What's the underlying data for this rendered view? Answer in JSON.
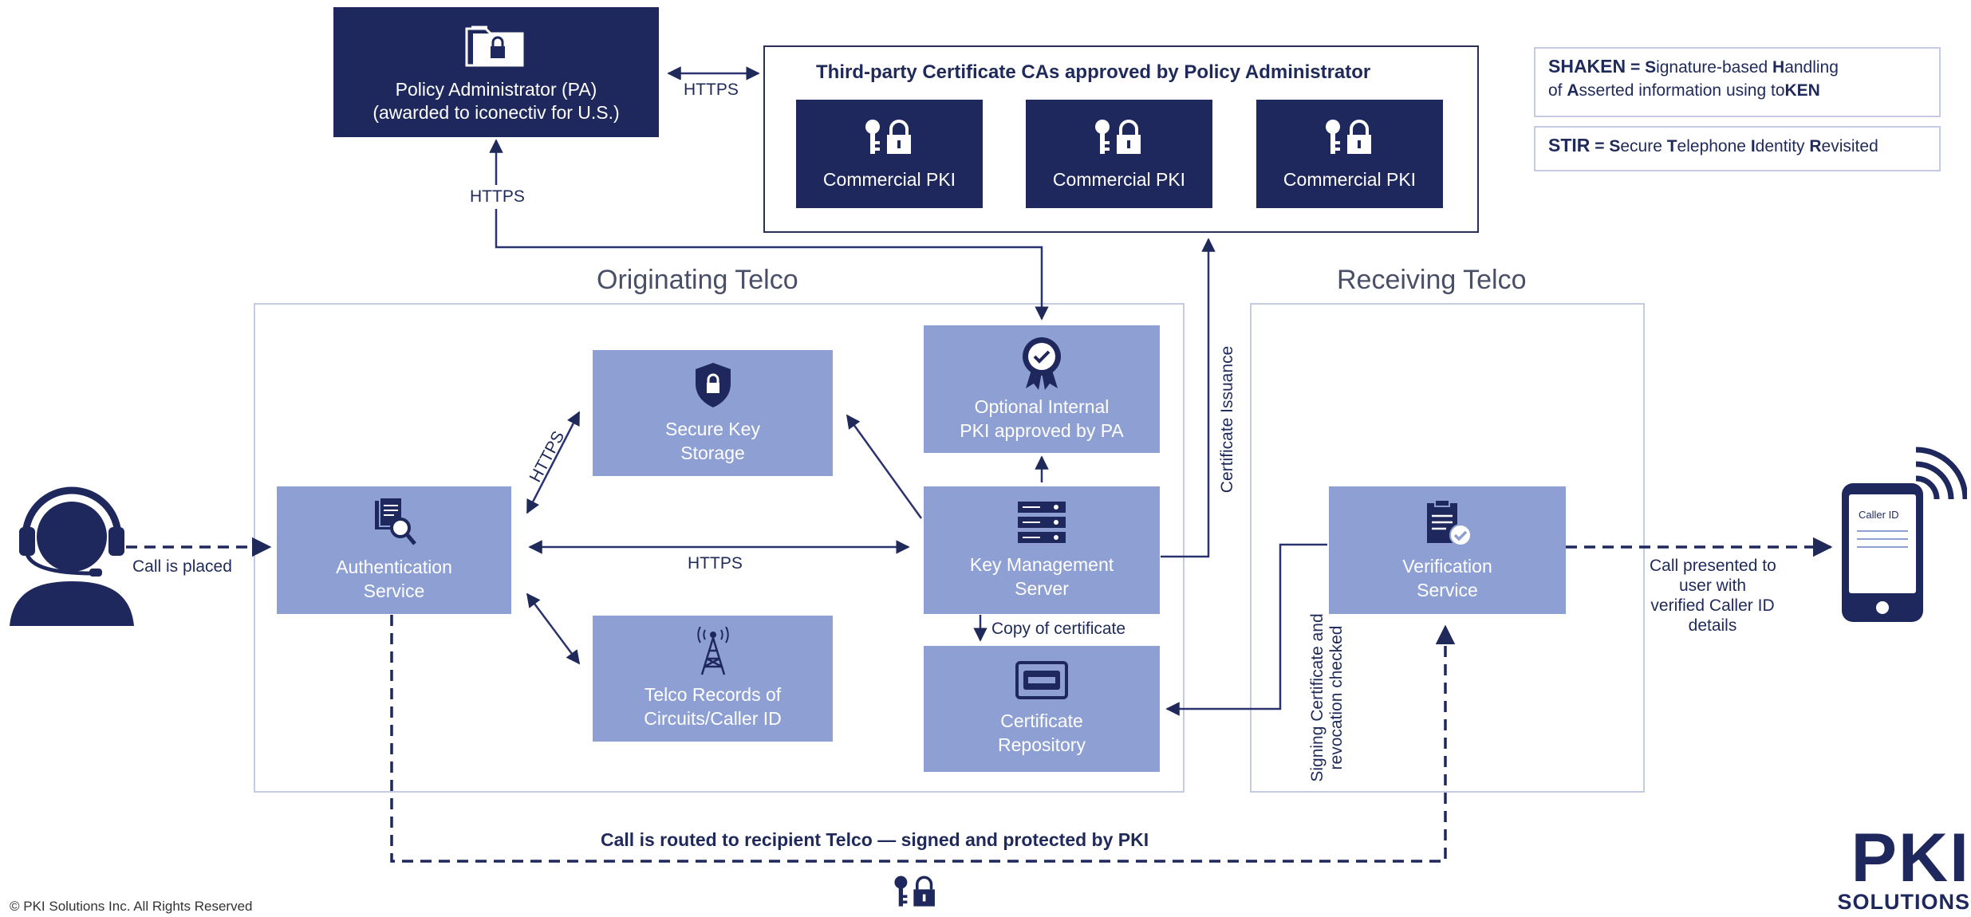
{
  "legend": {
    "shaken_term": "SHAKEN",
    "shaken_eq": " = ",
    "shaken_parts": [
      {
        "b": "S",
        "t": "ignature-based "
      },
      {
        "b": "H",
        "t": "andling"
      }
    ],
    "shaken_parts2": [
      {
        "t": "of "
      },
      {
        "b": "A",
        "t": "sserted information using to"
      },
      {
        "b": "KEN",
        "t": ""
      }
    ],
    "stir_term": "STIR",
    "stir_eq": " = ",
    "stir_parts": [
      {
        "b": "S",
        "t": "ecure "
      },
      {
        "b": "T",
        "t": "elephone "
      },
      {
        "b": "I",
        "t": "dentity "
      },
      {
        "b": "R",
        "t": "evisited"
      }
    ]
  },
  "policy_admin": {
    "line1": "Policy Administrator (PA)",
    "line2": "(awarded to iconectiv for U.S.)",
    "icon": "folder-lock-icon"
  },
  "third_party": {
    "title": "Third-party Certificate CAs approved by Policy Administrator",
    "cas": [
      {
        "label": "Commercial PKI",
        "icon": "key-lock-icon"
      },
      {
        "label": "Commercial PKI",
        "icon": "key-lock-icon"
      },
      {
        "label": "Commercial PKI",
        "icon": "key-lock-icon"
      }
    ]
  },
  "sections": {
    "originating": "Originating Telco",
    "receiving": "Receiving Telco"
  },
  "nodes": {
    "auth": {
      "line1": "Authentication",
      "line2": "Service",
      "icon": "document-search-icon"
    },
    "secure_key": {
      "line1": "Secure Key",
      "line2": "Storage",
      "icon": "shield-lock-icon"
    },
    "telco_records": {
      "line1": "Telco Records of",
      "line2": "Circuits/Caller ID",
      "icon": "radio-tower-icon"
    },
    "internal_pki": {
      "line1": "Optional Internal",
      "line2": "PKI approved by PA",
      "icon": "award-ribbon-icon"
    },
    "kms": {
      "line1": "Key Management",
      "line2": "Server",
      "icon": "server-rack-icon"
    },
    "cert_repo": {
      "line1": "Certificate",
      "line2": "Repository",
      "icon": "certificate-card-icon"
    },
    "verification": {
      "line1": "Verification",
      "line2": "Service",
      "icon": "clipboard-check-icon"
    }
  },
  "labels": {
    "https_pa_ca": "HTTPS",
    "https_pa_vertical": "HTTPS",
    "https_auth_key": "HTTPS",
    "https_auth_kms": "HTTPS",
    "certificate_issuance": "Certificate Issuance",
    "copy_of_certificate": "Copy of certificate",
    "signing_line1": "Signing Certificate and",
    "signing_line2": "revocation checked",
    "call_is_placed": "Call is placed",
    "call_presented": [
      "Call presented to",
      "user with",
      "verified Caller ID",
      "details"
    ],
    "call_routed": "Call is routed to recipient Telco — signed and protected by PKI"
  },
  "phone": {
    "screen_label": "Caller ID"
  },
  "brand": {
    "logo_text": "PKI",
    "logo_sub": "SOLUTIONS"
  },
  "footer": {
    "copyright": "© PKI Solutions Inc. All Rights Reserved"
  },
  "colors": {
    "navy": "#1f285c",
    "light_box": "#8e9fd3",
    "frame_border": "#c4cbe2",
    "text_dark": "#1f2a5a"
  }
}
